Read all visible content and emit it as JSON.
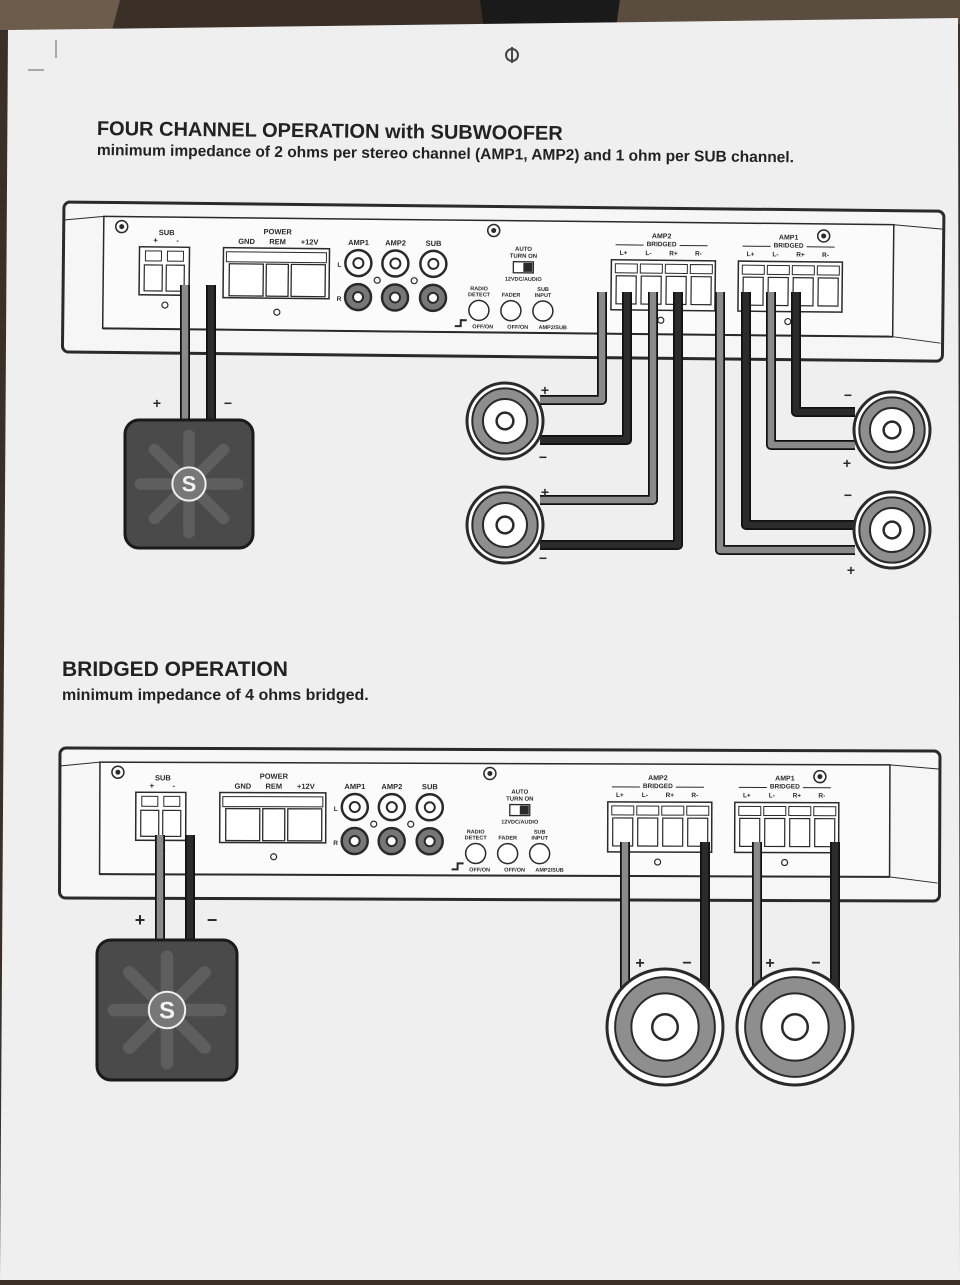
{
  "section_four": {
    "title": "FOUR CHANNEL OPERATION with SUBWOOFER",
    "subtitle": "minimum impedance of 2 ohms per stereo channel (AMP1, AMP2) and 1 ohm per SUB channel."
  },
  "section_bridged": {
    "title": "BRIDGED OPERATION",
    "subtitle": "minimum impedance of 4 ohms bridged."
  },
  "amp_panel": {
    "sub_label": "SUB",
    "sub_plus": "+",
    "sub_minus": "-",
    "power_label": "POWER",
    "gnd_label": "GND",
    "rem_label": "REM",
    "v12_label": "+12V",
    "rca_amp1": "AMP1",
    "rca_amp2": "AMP2",
    "rca_sub": "SUB",
    "rca_left": "L",
    "rca_right": "R",
    "auto_turn_on": [
      "AUTO",
      "TURN ON"
    ],
    "switch_label": "12VDC/AUDIO",
    "radio_detect": [
      "RADIO",
      "DETECT"
    ],
    "fader": "FADER",
    "sub_input": [
      "SUB",
      "INPUT"
    ],
    "off_on_1": "OFF/ON",
    "off_on_2": "OFF/ON",
    "amp2_sub": "AMP2/SUB",
    "amp2": "AMP2",
    "amp1": "AMP1",
    "bridged": "BRIDGED",
    "terminals": [
      "L+",
      "L-",
      "R+",
      "R-"
    ]
  },
  "speaker_signs": {
    "plus": "+",
    "minus": "−"
  },
  "sub_logo": "S",
  "colors": {
    "paper": "#efefef",
    "ink": "#2a2a2a",
    "wire_dark": "#2b2b2b",
    "wire_gray": "#8a8a8a",
    "sub_box": "#4a4a4a",
    "background": "#3a3028"
  }
}
